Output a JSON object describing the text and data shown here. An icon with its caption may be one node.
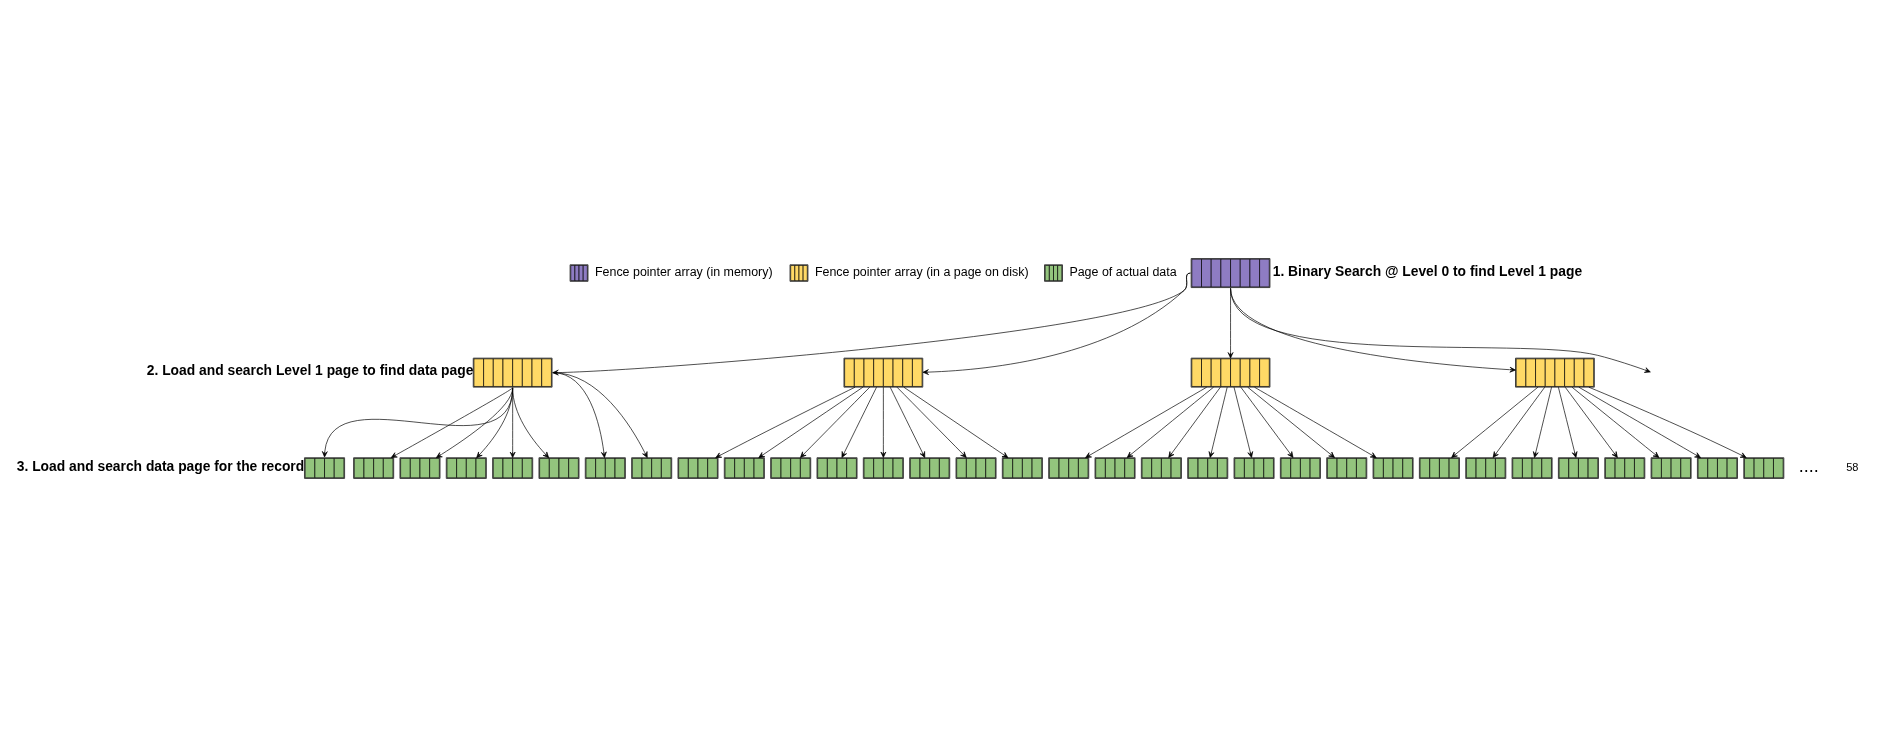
{
  "diagram": {
    "nodes": [
      {
        "text": [],
        "shape": "box",
        "beside": [
          "1. Binary Search @ Level 0 to find Level 1 page"
        ]
      },
      {
        "text": [],
        "shape": "box",
        "beside": [
          "2. Load and search Level 1 page to find data page"
        ]
      },
      {
        "text": [],
        "shape": "box"
      },
      {
        "text": [],
        "shape": "box"
      },
      {
        "text": [],
        "shape": "box"
      },
      {
        "text": [],
        "shape": "box",
        "beside": [
          "3. Load and search data page for the record"
        ]
      },
      {
        "text": [],
        "shape": "box"
      },
      {
        "text": [],
        "shape": "box"
      },
      {
        "text": [],
        "shape": "box"
      },
      {
        "text": [],
        "shape": "box"
      },
      {
        "text": [],
        "shape": "box"
      },
      {
        "text": [],
        "shape": "box"
      },
      {
        "text": [],
        "shape": "box"
      },
      {
        "text": [],
        "shape": "box"
      },
      {
        "text": [],
        "shape": "box"
      },
      {
        "text": [],
        "shape": "box"
      },
      {
        "text": [],
        "shape": "box"
      },
      {
        "text": [],
        "shape": "box"
      },
      {
        "text": [],
        "shape": "box"
      },
      {
        "text": [],
        "shape": "box"
      },
      {
        "text": [],
        "shape": "box"
      },
      {
        "text": [],
        "shape": "box"
      },
      {
        "text": [],
        "shape": "box"
      },
      {
        "text": [],
        "shape": "box"
      },
      {
        "text": [],
        "shape": "box"
      },
      {
        "text": [],
        "shape": "box"
      },
      {
        "text": [],
        "shape": "box"
      },
      {
        "text": [],
        "shape": "box"
      },
      {
        "text": [],
        "shape": "box"
      },
      {
        "text": [],
        "shape": "box"
      },
      {
        "text": [],
        "shape": "box"
      },
      {
        "text": [],
        "shape": "box"
      },
      {
        "text": [],
        "shape": "box"
      },
      {
        "text": [],
        "shape": "box"
      },
      {
        "text": [],
        "shape": "box"
      },
      {
        "text": [],
        "shape": "box"
      },
      {
        "text": [],
        "shape": "box"
      }
    ],
    "edges": [
      {
        "from": 0,
        "to": 1,
        "arrow": "to"
      },
      {
        "from": 0,
        "to": 2,
        "arrow": "to"
      },
      {
        "from": 0,
        "to": 3,
        "arrow": "to"
      },
      {
        "from": 0,
        "to": 4,
        "arrow": "to"
      },
      {
        "from": 0,
        "to": null,
        "arrow": "to"
      },
      {
        "from": 1,
        "to": 5,
        "arrow": "to"
      },
      {
        "from": 1,
        "to": 6,
        "arrow": "to"
      },
      {
        "from": 1,
        "to": 7,
        "arrow": "to"
      },
      {
        "from": 1,
        "to": 8,
        "arrow": "to"
      },
      {
        "from": 1,
        "to": 9,
        "arrow": "to"
      },
      {
        "from": 1,
        "to": 10,
        "arrow": "to"
      },
      {
        "from": 1,
        "to": 11,
        "arrow": "to"
      },
      {
        "from": 1,
        "to": 12,
        "arrow": "to"
      },
      {
        "from": 2,
        "to": 13,
        "arrow": "to"
      },
      {
        "from": 2,
        "to": 14,
        "arrow": "to"
      },
      {
        "from": 2,
        "to": 15,
        "arrow": "to"
      },
      {
        "from": 2,
        "to": 16,
        "arrow": "to"
      },
      {
        "from": 2,
        "to": 17,
        "arrow": "to"
      },
      {
        "from": 2,
        "to": 18,
        "arrow": "to"
      },
      {
        "from": 2,
        "to": 19,
        "arrow": "to"
      },
      {
        "from": 2,
        "to": 20,
        "arrow": "to"
      },
      {
        "from": 3,
        "to": 21,
        "arrow": "to"
      },
      {
        "from": 3,
        "to": 22,
        "arrow": "to"
      },
      {
        "from": 3,
        "to": 23,
        "arrow": "to"
      },
      {
        "from": 3,
        "to": 24,
        "arrow": "to"
      },
      {
        "from": 3,
        "to": 25,
        "arrow": "to"
      },
      {
        "from": 3,
        "to": 26,
        "arrow": "to"
      },
      {
        "from": 3,
        "to": 27,
        "arrow": "to"
      },
      {
        "from": 3,
        "to": 28,
        "arrow": "to"
      },
      {
        "from": 4,
        "to": 29,
        "arrow": "to"
      },
      {
        "from": 4,
        "to": 30,
        "arrow": "to"
      },
      {
        "from": 4,
        "to": 31,
        "arrow": "to"
      },
      {
        "from": 4,
        "to": 32,
        "arrow": "to"
      },
      {
        "from": 4,
        "to": 33,
        "arrow": "to"
      },
      {
        "from": 4,
        "to": 34,
        "arrow": "to"
      },
      {
        "from": 4,
        "to": 35,
        "arrow": "to"
      },
      {
        "from": 4,
        "to": 36,
        "arrow": "to"
      }
    ],
    "labels": [
      "....",
      "58"
    ],
    "legend": [
      {
        "text": "Fence pointer array (in memory)",
        "color": "#8e7cc3"
      },
      {
        "text": "Fence pointer array (in a page on disk)",
        "color": "#ffd966"
      },
      {
        "text": "Page of actual data",
        "color": "#93c47d"
      }
    ]
  }
}
